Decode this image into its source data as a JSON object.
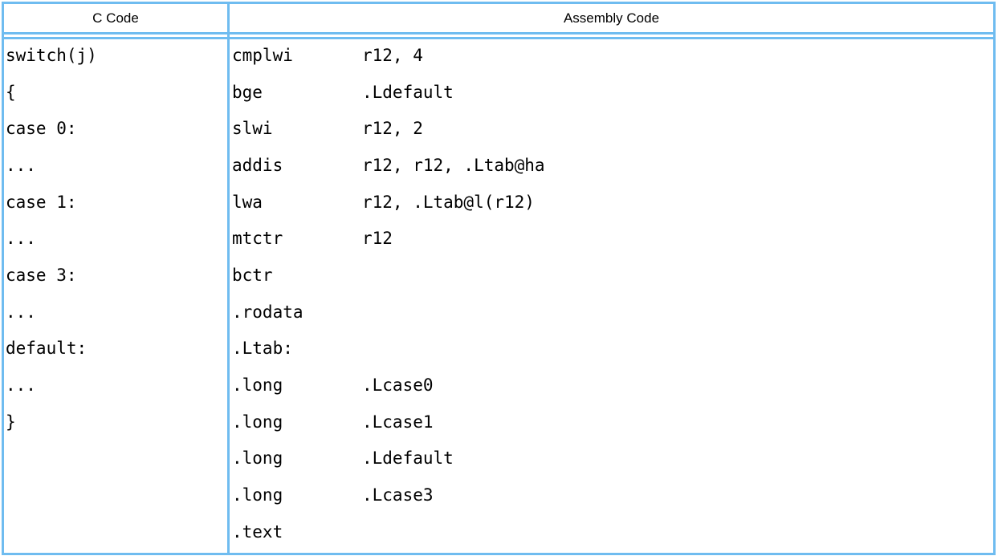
{
  "colors": {
    "border": "#6FBCF0",
    "text": "#000000",
    "background": "#ffffff"
  },
  "table": {
    "header": {
      "c_code_label": "C Code",
      "assembly_label": "Assembly Code"
    },
    "c_code_lines": [
      "switch(j)",
      "{",
      "case 0:",
      "...",
      "case 1:",
      "...",
      "case 3:",
      "...",
      "default:",
      "...",
      "}"
    ],
    "assembly_lines": [
      {
        "mnemonic": "cmplwi",
        "operands": "r12, 4"
      },
      {
        "mnemonic": "bge",
        "operands": ".Ldefault"
      },
      {
        "mnemonic": "slwi",
        "operands": "r12, 2"
      },
      {
        "mnemonic": "addis",
        "operands": "r12, r12, .Ltab@ha"
      },
      {
        "mnemonic": "lwa",
        "operands": "r12, .Ltab@l(r12)"
      },
      {
        "mnemonic": "mtctr",
        "operands": "r12"
      },
      {
        "mnemonic": "bctr",
        "operands": ""
      },
      {
        "mnemonic": ".rodata",
        "operands": ""
      },
      {
        "mnemonic": ".Ltab:",
        "operands": ""
      },
      {
        "mnemonic": ".long",
        "operands": ".Lcase0"
      },
      {
        "mnemonic": ".long",
        "operands": ".Lcase1"
      },
      {
        "mnemonic": ".long",
        "operands": ".Ldefault"
      },
      {
        "mnemonic": ".long",
        "operands": ".Lcase3"
      },
      {
        "mnemonic": ".text",
        "operands": ""
      }
    ]
  }
}
